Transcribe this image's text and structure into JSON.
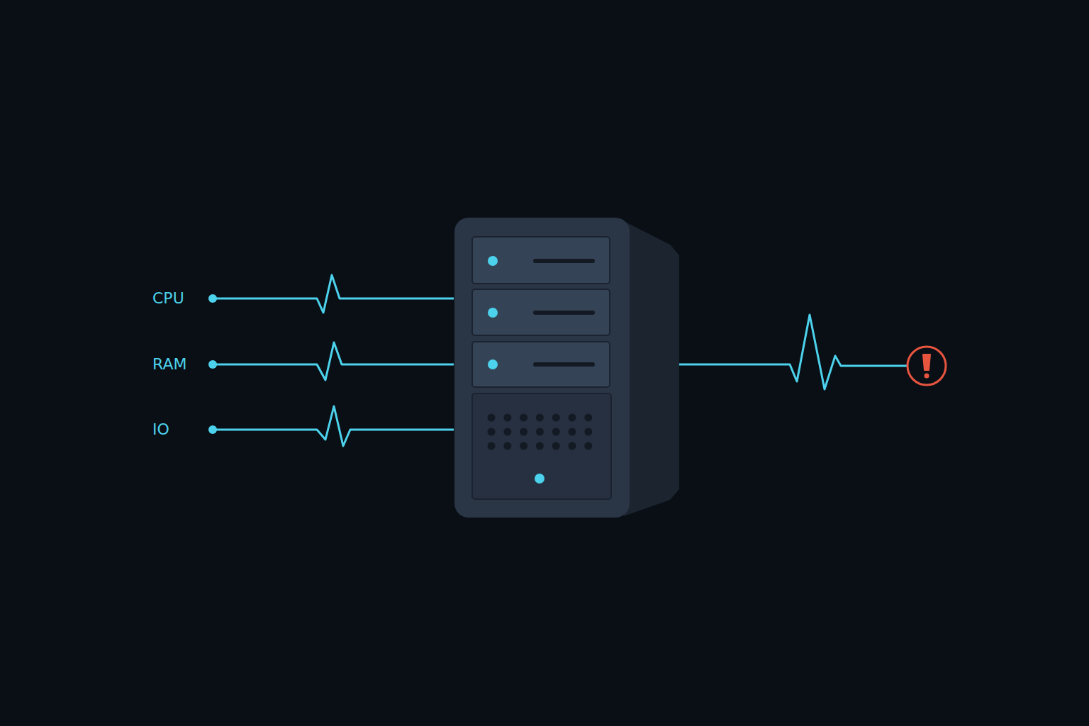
{
  "diagram": {
    "labels": [
      "CPU",
      "RAM",
      "IO"
    ]
  }
}
